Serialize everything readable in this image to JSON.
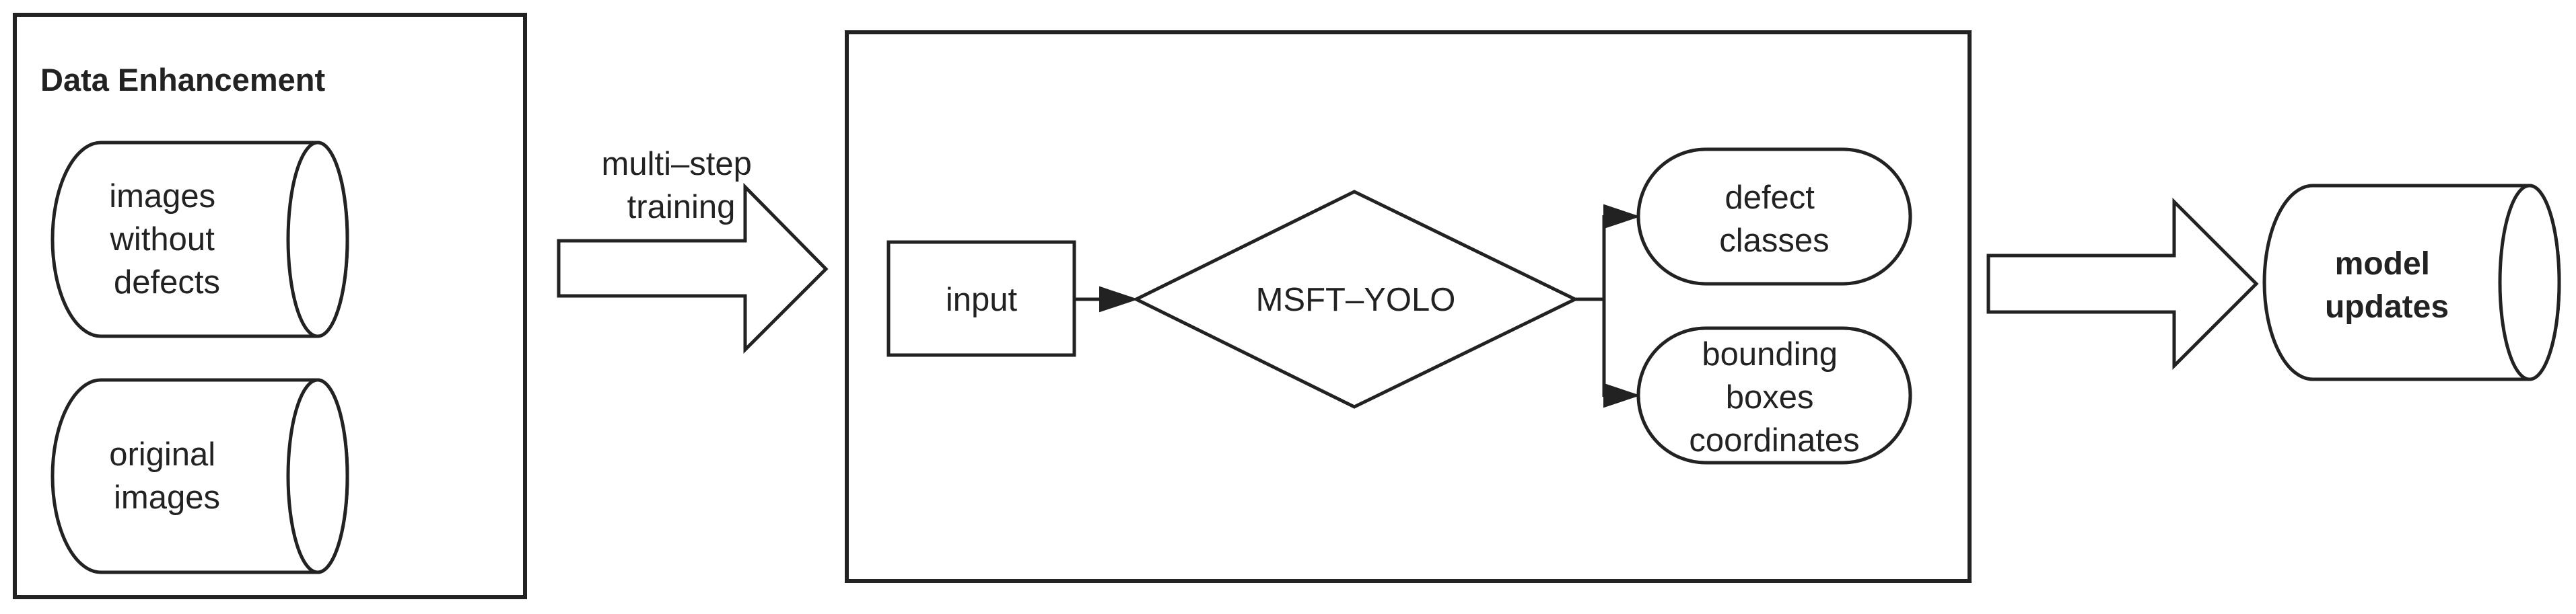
{
  "data_enhancement": {
    "title": "Data Enhancement",
    "cylinder_top_lines": [
      "images",
      "without",
      "defects"
    ],
    "cylinder_bottom_lines": [
      "original",
      "images"
    ]
  },
  "training_arrow": {
    "label_lines": [
      "multi–step",
      "training"
    ]
  },
  "model_box": {
    "input_label": "input",
    "model_label": "MSFT–YOLO",
    "output_classes_lines": [
      "defect",
      "classes"
    ],
    "output_boxes_lines": [
      "bounding",
      "boxes",
      "coordinates"
    ]
  },
  "result": {
    "lines": [
      "model",
      "updates"
    ]
  }
}
